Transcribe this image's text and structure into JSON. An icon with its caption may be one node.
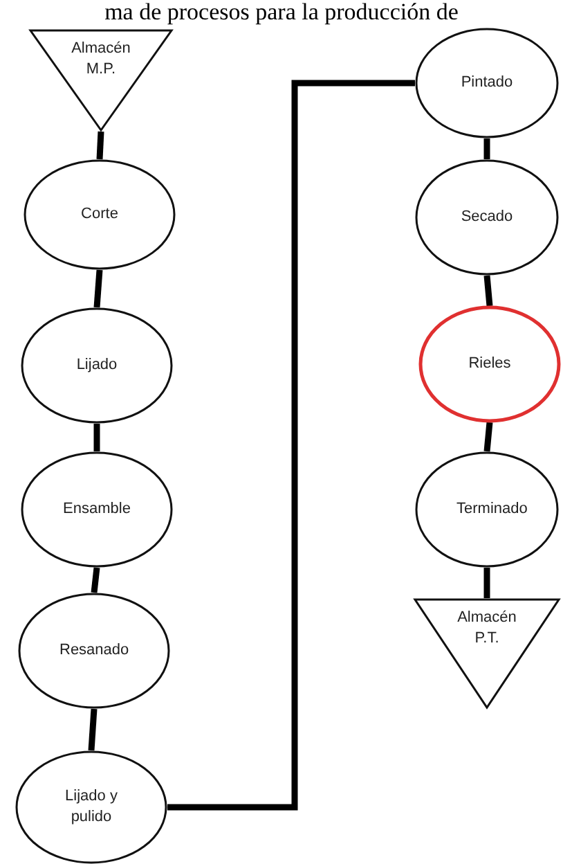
{
  "diagram": {
    "title": "ma de procesos para la producción de",
    "nodes": [
      {
        "text": [
          "Almacén M.P."
        ]
      },
      {
        "text": [
          "Corte"
        ]
      },
      {
        "text": [
          "Lijado"
        ]
      },
      {
        "text": [
          "Ensamble"
        ]
      },
      {
        "text": [
          "Resanado"
        ]
      },
      {
        "text": [
          "Lijado y pulido"
        ]
      },
      {
        "text": [
          "Pintado"
        ]
      },
      {
        "text": [
          "Secado"
        ]
      },
      {
        "text": [
          "Rieles"
        ]
      },
      {
        "text": [
          "Terminado"
        ]
      },
      {
        "text": [
          "Almacén P.T."
        ]
      }
    ],
    "edges": [
      {
        "from": 0,
        "to": 1,
        "arrow": "none"
      },
      {
        "from": 1,
        "to": 2,
        "arrow": "none"
      },
      {
        "from": 2,
        "to": 3,
        "arrow": "none"
      },
      {
        "from": 3,
        "to": 4,
        "arrow": "none"
      },
      {
        "from": 4,
        "to": 5,
        "arrow": "none"
      },
      {
        "from": 5,
        "to": 6,
        "arrow": "none"
      },
      {
        "from": 6,
        "to": 7,
        "arrow": "none"
      },
      {
        "from": 7,
        "to": 8,
        "arrow": "none"
      },
      {
        "from": 8,
        "to": 9,
        "arrow": "none"
      },
      {
        "from": 9,
        "to": 10,
        "arrow": "none"
      }
    ]
  }
}
